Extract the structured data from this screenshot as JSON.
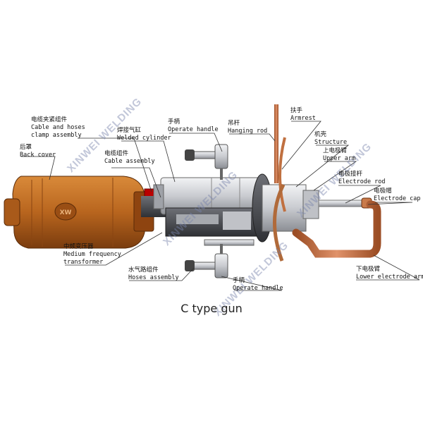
{
  "caption": "C type gun",
  "watermark": "XINWEI WELDING",
  "colors": {
    "transformer_body": "#b8651e",
    "copper_arm": "#c97a4a",
    "metal": "#c9cbd0",
    "leader": "#333333"
  },
  "labels": {
    "cable_clamp": {
      "cn": "电缆夹紧组件",
      "en1": "Cable and hoses",
      "en2": "clamp assembly"
    },
    "back_cover": {
      "cn": "后罩",
      "en": "Back cover"
    },
    "cable_assembly": {
      "cn": "电缆组件",
      "en": "Cable assembly"
    },
    "welded_cylinder": {
      "cn": "焊接气缸",
      "en": "Welded cylinder"
    },
    "operate_handle_top": {
      "cn": "手柄",
      "en": "Operate handle"
    },
    "hanging_rod": {
      "cn": "吊杆",
      "en": "Hanging rod"
    },
    "armrest": {
      "cn": "扶手",
      "en": "Armrest"
    },
    "structure": {
      "cn": "机壳",
      "en": "Structure"
    },
    "upper_arm": {
      "cn": "上电极臂",
      "en": "Upper arm"
    },
    "electrode_rod": {
      "cn": "电极接杆",
      "en": "Electrode rod"
    },
    "electrode_cap": {
      "cn": "电极帽",
      "en": "Electrode cap"
    },
    "mf_transformer": {
      "cn": "中频变压器",
      "en1": "Medium frequency",
      "en2": "transformer"
    },
    "hoses_assembly": {
      "cn": "水气路组件",
      "en": "Hoses assembly"
    },
    "operate_handle_bottom": {
      "cn": "手柄",
      "en": "Operate handle"
    },
    "lower_arm": {
      "cn": "下电极臂",
      "en": "Lower electrode arm"
    }
  }
}
